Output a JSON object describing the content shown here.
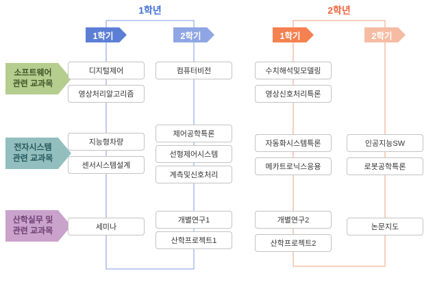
{
  "years": [
    {
      "label": "1학년",
      "color": "#4170d8"
    },
    {
      "label": "2학년",
      "color": "#f4633e"
    }
  ],
  "semester_badges": [
    {
      "label": "1학기",
      "color": "#5c7fd6"
    },
    {
      "label": "2학기",
      "color": "#8fa6e4"
    },
    {
      "label": "1학기",
      "color": "#f4814f"
    },
    {
      "label": "2학기",
      "color": "#f5bca3"
    }
  ],
  "categories": [
    {
      "line1": "소프트웨어",
      "line2": "관련 교과목",
      "color": "#b5cd8e"
    },
    {
      "line1": "전자시스템",
      "line2": "관련 교과목",
      "color": "#92bebe"
    },
    {
      "line1": "산학실무 및",
      "line2": "관련 교과목",
      "color": "#c9a3cc"
    }
  ],
  "columns": [
    {
      "items": [
        "디지털제어",
        "영상처리알고리즘",
        "지능형차량",
        "센서시스템설계",
        "세미나"
      ]
    },
    {
      "items": [
        "컴퓨터비전",
        "제어공학특론",
        "선형제어시스템",
        "계측및신호처리",
        "개별연구1",
        "산학프로젝트1"
      ]
    },
    {
      "items": [
        "수치해석및모델링",
        "영상신호처리특론",
        "자동화시스템특론",
        "메카트로닉스응용",
        "개별연구2",
        "산학프로젝트2"
      ]
    },
    {
      "items": [
        "인공지능SW",
        "로봇공학특론",
        "논문지도"
      ]
    }
  ],
  "line_colors": {
    "year1_connector": "#aabced",
    "year2_connector": "#f6bda6"
  }
}
